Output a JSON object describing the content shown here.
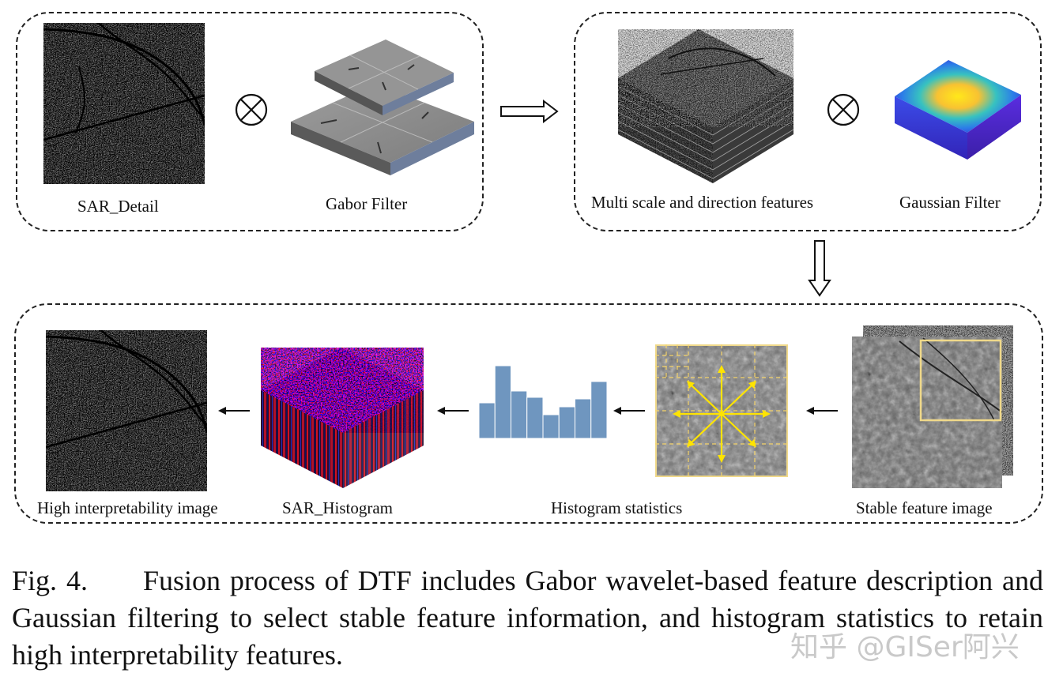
{
  "panels": {
    "top_left": {
      "sar_detail_label": "SAR_Detail",
      "gabor_label": "Gabor Filter"
    },
    "top_right": {
      "multiscale_label": "Multi scale and direction features",
      "gaussian_label": "Gaussian Filter"
    },
    "bottom": {
      "high_interp_label": "High interpretability image",
      "sar_hist_label": "SAR_Histogram",
      "hist_stats_label": "Histogram statistics",
      "stable_label": "Stable feature image"
    }
  },
  "histogram_bars": [
    0.45,
    0.92,
    0.6,
    0.52,
    0.3,
    0.4,
    0.5,
    0.72
  ],
  "colors": {
    "hist_bar": "#6f96bf",
    "stat_arrows": "#ffe400",
    "stat_grid": "#f4d36a",
    "crop_box": "#f0d98a"
  },
  "caption": {
    "fig": "Fig. 4.",
    "text": "Fusion process of DTF includes Gabor wavelet-based feature description and Gaussian filtering to select stable feature information, and histogram statistics to retain high interpretability features."
  },
  "watermark": "知乎 @GISer阿兴"
}
